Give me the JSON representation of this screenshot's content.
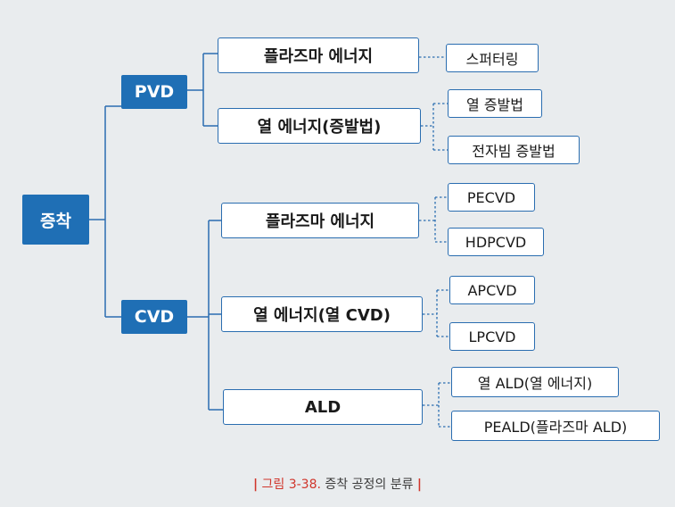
{
  "diagram": {
    "root": {
      "label": "증착"
    },
    "pvd": {
      "label": "PVD",
      "plasma": {
        "label": "플라즈마 에너지",
        "children": [
          "스퍼터링"
        ]
      },
      "thermal": {
        "label": "열 에너지(증발법)",
        "children": [
          "열 증발법",
          "전자빔 증발법"
        ]
      }
    },
    "cvd": {
      "label": "CVD",
      "plasma": {
        "label": "플라즈마 에너지",
        "children": [
          "PECVD",
          "HDPCVD"
        ]
      },
      "thermal": {
        "label": "열 에너지(열 CVD)",
        "children": [
          "APCVD",
          "LPCVD"
        ]
      },
      "ald": {
        "label": "ALD",
        "children": [
          "열 ALD(열 에너지)",
          "PEALD(플라즈마 ALD)"
        ]
      }
    }
  },
  "caption": {
    "bar_left": "|",
    "label": "그림 3-38.",
    "text": "증착 공정의 분류",
    "bar_right": "|"
  },
  "colors": {
    "primary": "#1f6fb5",
    "border": "#2a6db0",
    "accent": "#d0352b"
  }
}
